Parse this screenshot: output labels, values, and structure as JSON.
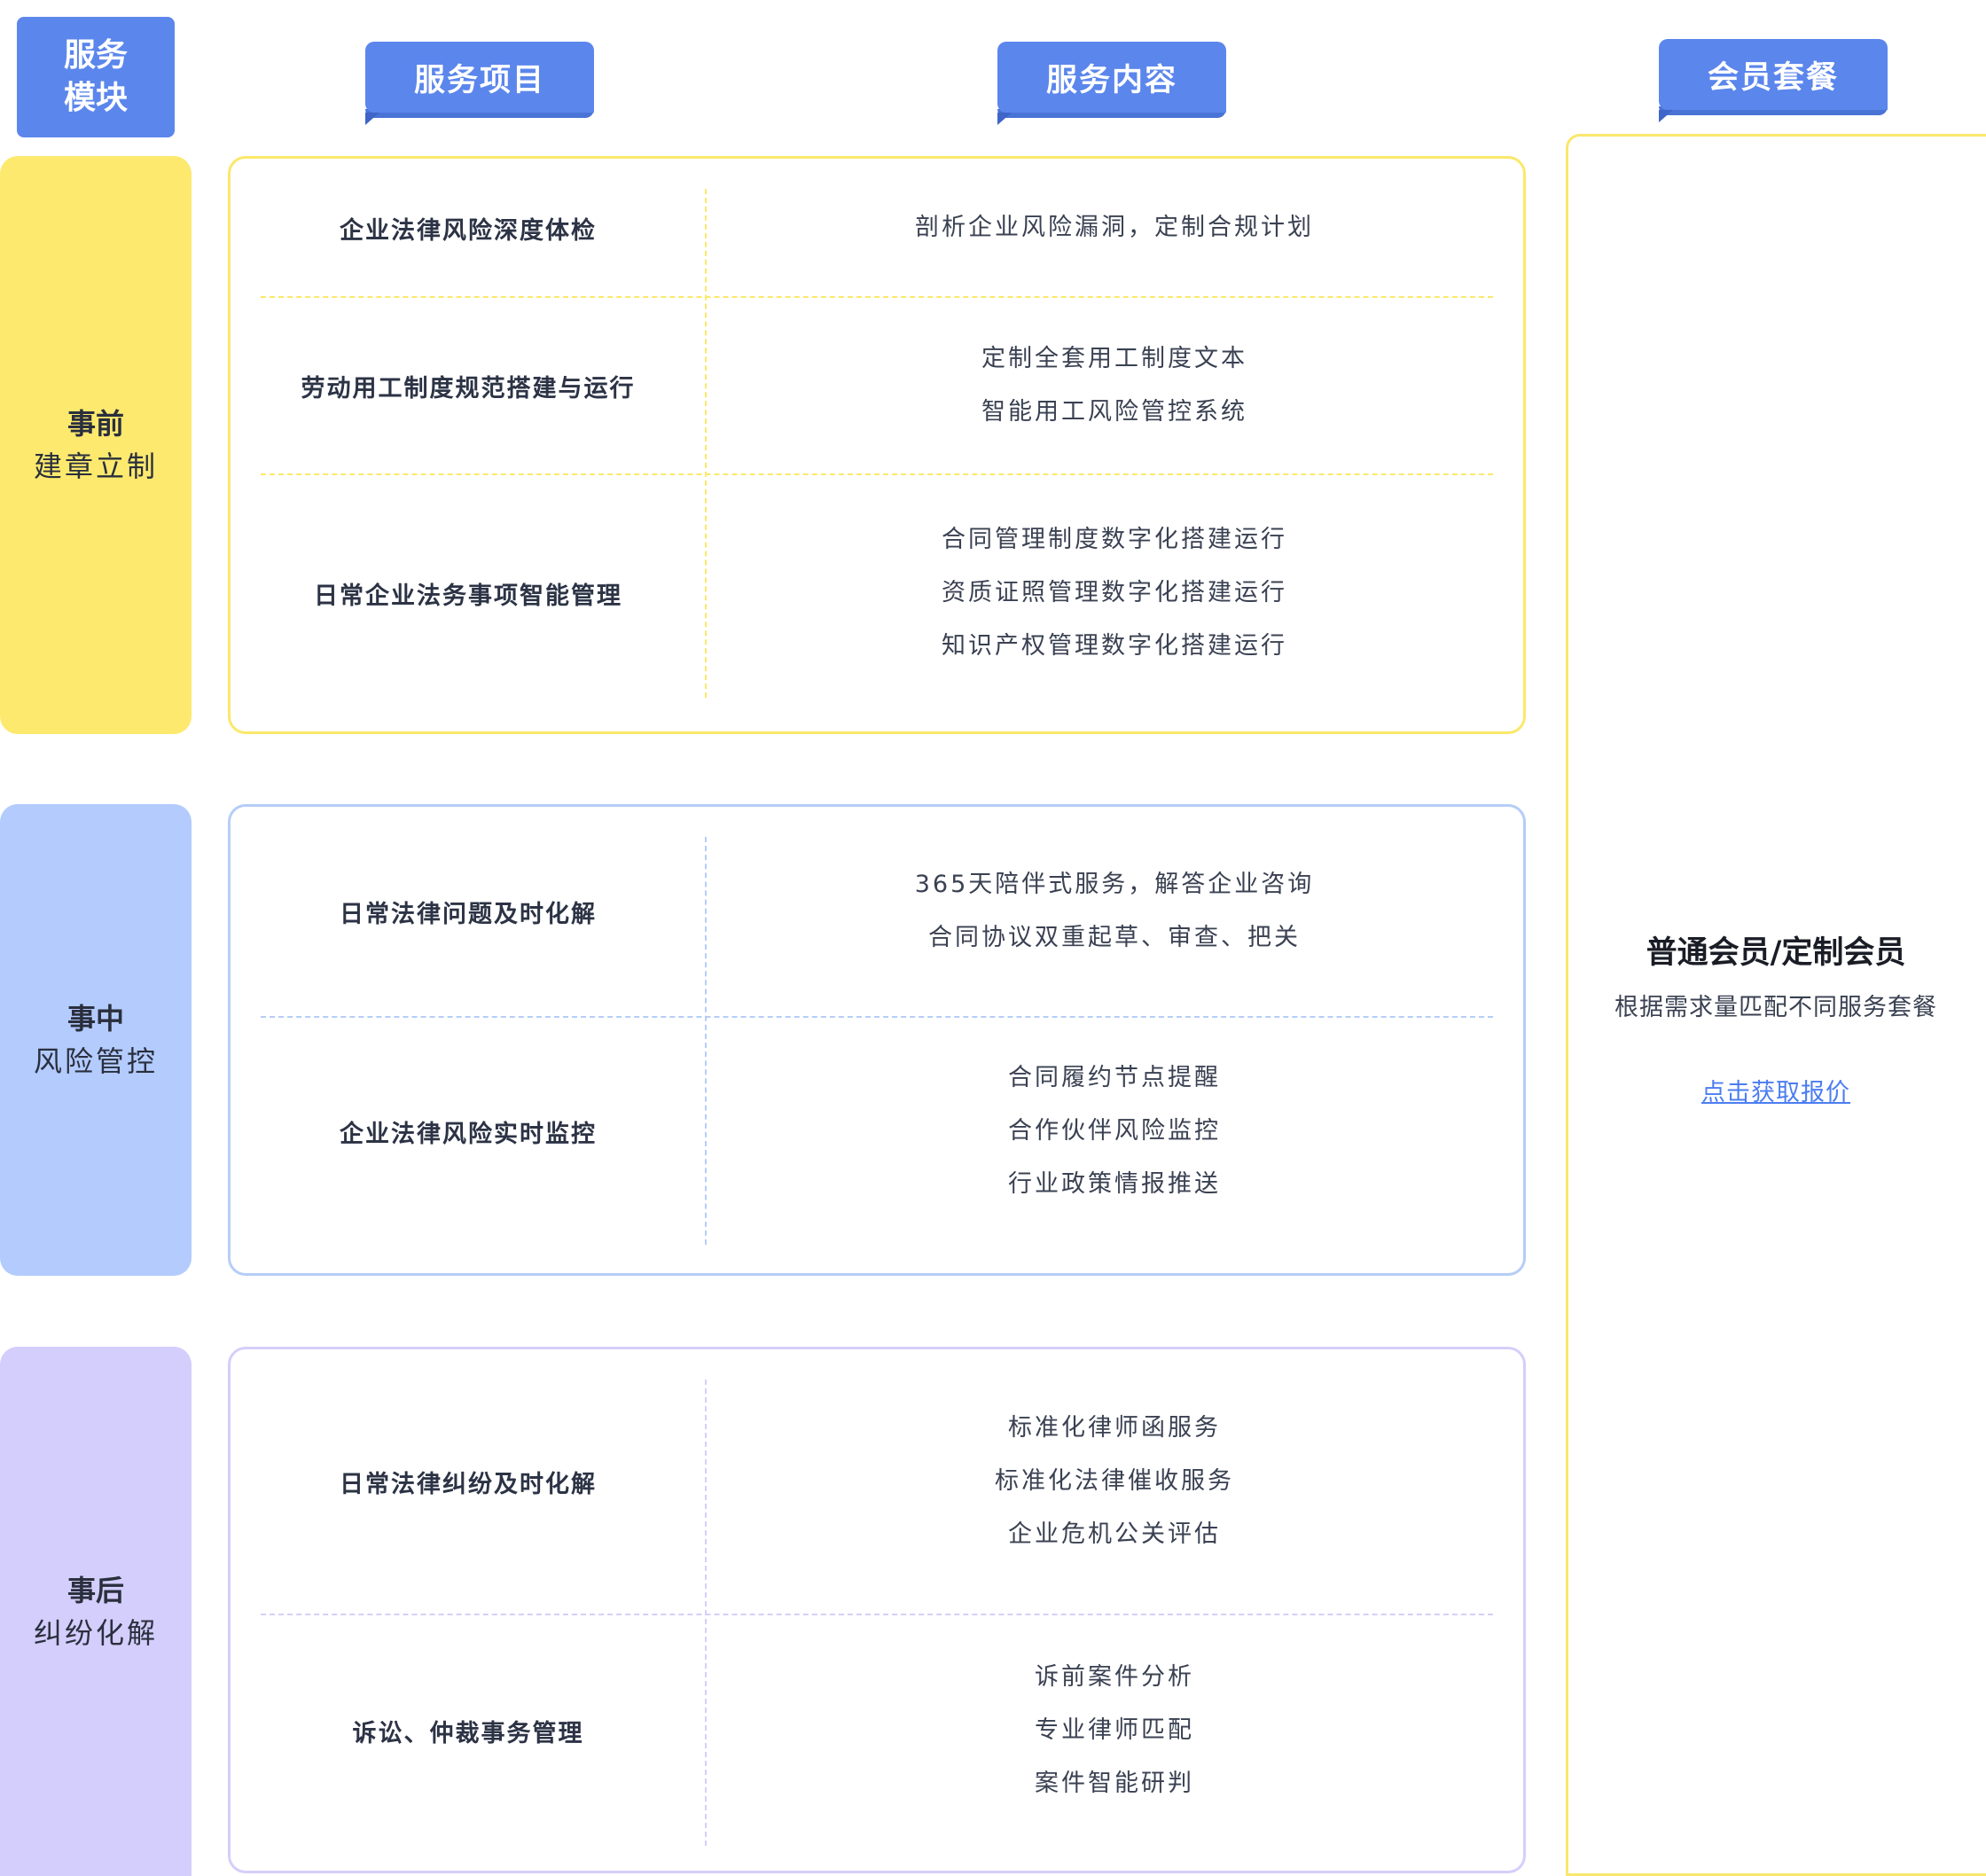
{
  "headers": {
    "module": [
      "服务",
      "模块"
    ],
    "items": "服务项目",
    "content": "服务内容",
    "membership": "会员套餐"
  },
  "phases": [
    {
      "title": "事前",
      "subtitle": "建章立制",
      "color": "#fde96e",
      "border_color": "#fbe86a",
      "rows": [
        {
          "item": "企业法律风险深度体检",
          "content": [
            "剖析企业风险漏洞，定制合规计划"
          ]
        },
        {
          "item": "劳动用工制度规范搭建与运行",
          "content": [
            "定制全套用工制度文本",
            "智能用工风险管控系统"
          ]
        },
        {
          "item": "日常企业法务事项智能管理",
          "content": [
            "合同管理制度数字化搭建运行",
            "资质证照管理数字化搭建运行",
            "知识产权管理数字化搭建运行"
          ]
        }
      ]
    },
    {
      "title": "事中",
      "subtitle": "风险管控",
      "color": "#b3cbfd",
      "border_color": "#b5cdf7",
      "rows": [
        {
          "item": "日常法律问题及时化解",
          "content": [
            "365天陪伴式服务，解答企业咨询",
            "合同协议双重起草、审查、把关"
          ]
        },
        {
          "item": "企业法律风险实时监控",
          "content": [
            "合同履约节点提醒",
            "合作伙伴风险监控",
            "行业政策情报推送"
          ]
        }
      ]
    },
    {
      "title": "事后",
      "subtitle": "纠纷化解",
      "color": "#d3cefc",
      "border_color": "#d4cffa",
      "rows": [
        {
          "item": "日常法律纠纷及时化解",
          "content": [
            "标准化律师函服务",
            "标准化法律催收服务",
            "企业危机公关评估"
          ]
        },
        {
          "item": "诉讼、仲裁事务管理",
          "content": [
            "诉前案件分析",
            "专业律师匹配",
            "案件智能研判"
          ]
        }
      ]
    }
  ],
  "membership": {
    "title": "普通会员/定制会员",
    "subtitle": "根据需求量匹配不同服务套餐",
    "link": "点击获取报价"
  },
  "colors": {
    "accent": "#5b86ec",
    "link": "#4b7df1",
    "member_border": "#fae76c"
  }
}
